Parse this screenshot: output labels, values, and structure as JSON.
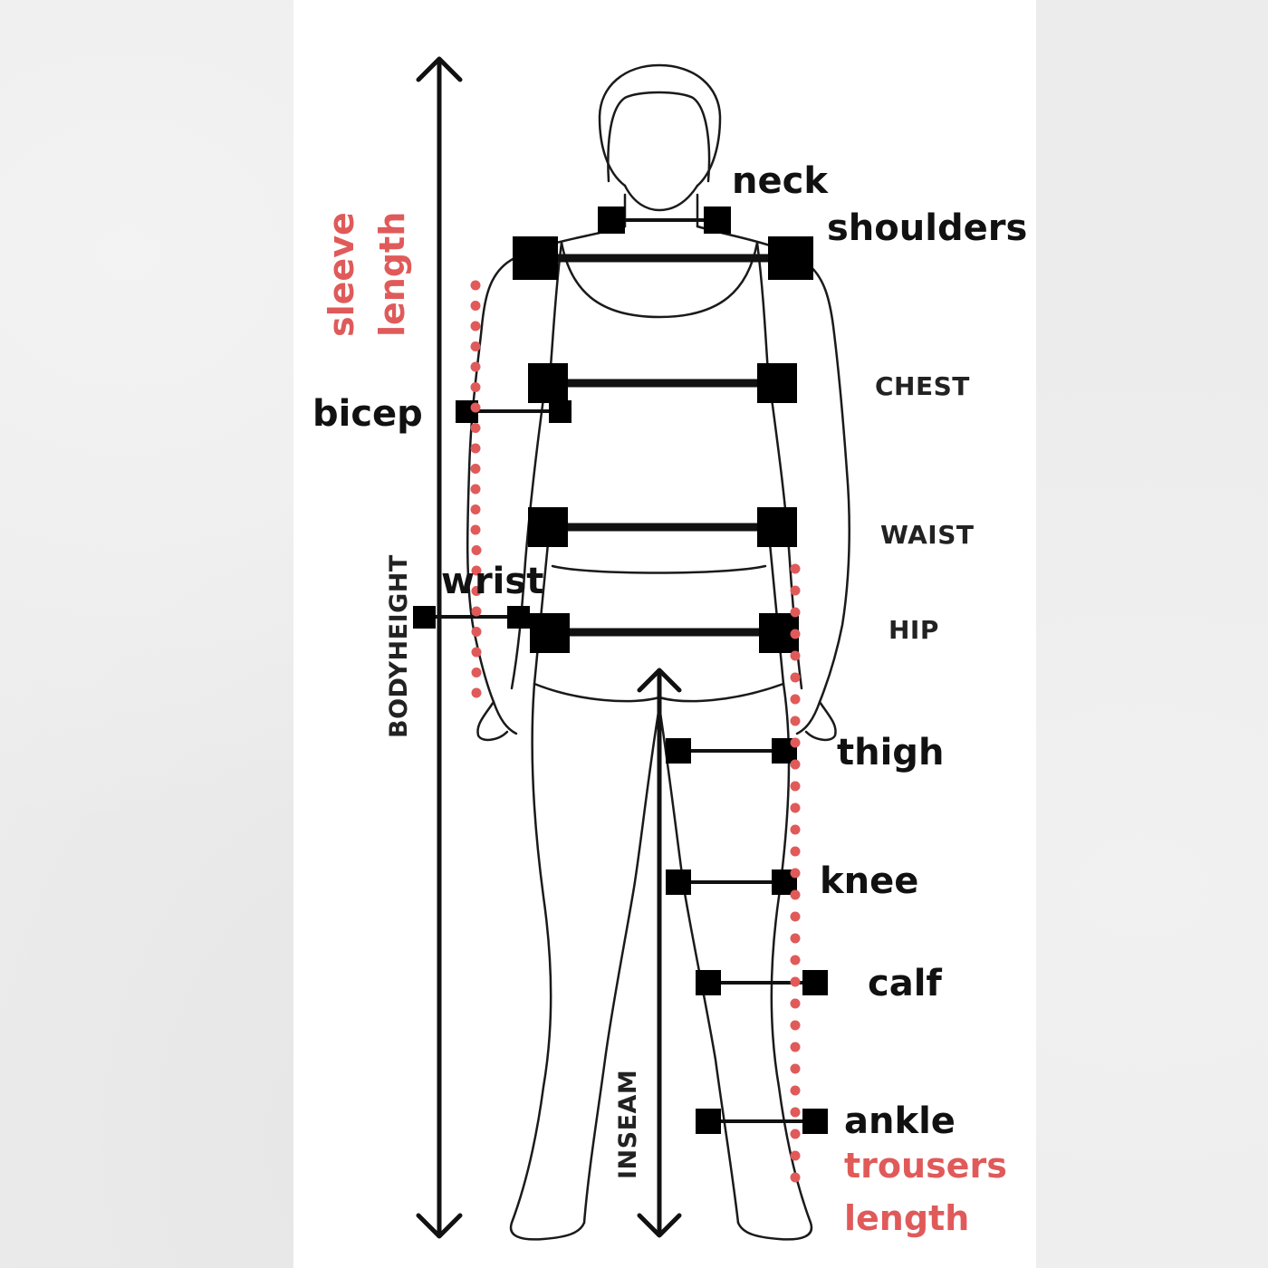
{
  "labels": {
    "neck": "neck",
    "shoulders": "shoulders",
    "chest": "CHEST",
    "bicep": "bicep",
    "waist": "WAIST",
    "wrist": "wrist",
    "hip": "HIP",
    "thigh": "thigh",
    "knee": "knee",
    "calf": "calf",
    "ankle": "ankle",
    "trousers_length_line1": "trousers",
    "trousers_length_line2": "length",
    "sleeve_length_line1": "sleeve",
    "sleeve_length_line2": "length",
    "bodyheight": "BODYHEIGHT",
    "inseam": "INSEAM"
  },
  "colors": {
    "accent_red": "#e05a5a",
    "ink": "#111111",
    "background": "#ececec",
    "panel": "#ffffff"
  }
}
